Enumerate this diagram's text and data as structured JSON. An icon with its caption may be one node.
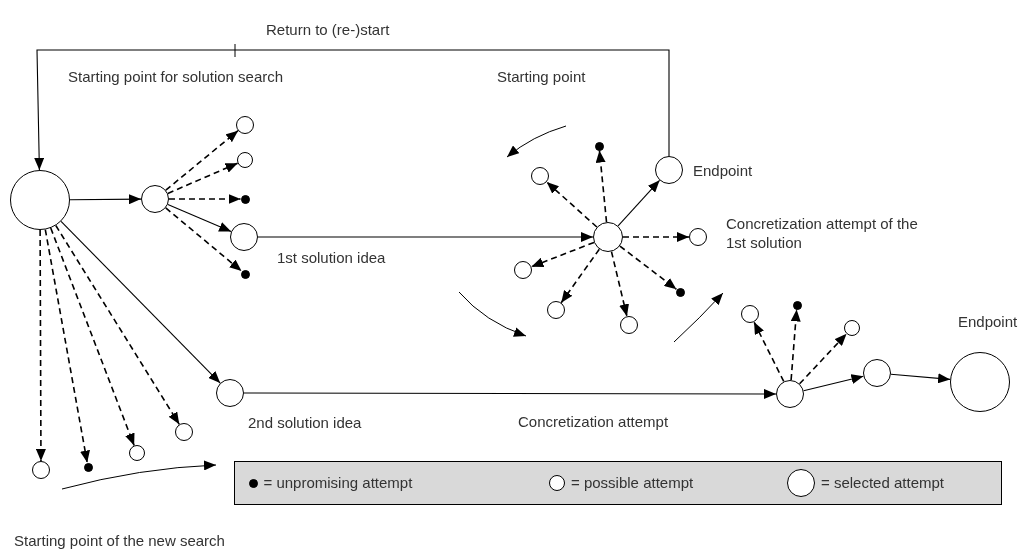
{
  "diagram": {
    "nodes": [
      {
        "text": [],
        "shape": "circle"
      },
      {
        "text": [],
        "shape": "circle"
      },
      {
        "text": [],
        "shape": "circle"
      },
      {
        "text": [],
        "shape": "circle"
      },
      {
        "text": [],
        "shape": "dot"
      },
      {
        "text": [],
        "shape": "circle",
        "beside": [
          "1st solution idea"
        ]
      },
      {
        "text": [],
        "shape": "dot"
      },
      {
        "text": [],
        "shape": "circle",
        "beside": [
          "2nd solution idea"
        ]
      },
      {
        "text": [],
        "shape": "circle"
      },
      {
        "text": [],
        "shape": "dot"
      },
      {
        "text": [],
        "shape": "circle"
      },
      {
        "text": [],
        "shape": "circle"
      },
      {
        "text": [],
        "shape": "circle"
      },
      {
        "text": [],
        "shape": "dot"
      },
      {
        "text": [],
        "shape": "circle"
      },
      {
        "text": [],
        "shape": "circle",
        "beside": [
          "Endpoint"
        ]
      },
      {
        "text": [],
        "shape": "circle"
      },
      {
        "text": [],
        "shape": "circle"
      },
      {
        "text": [],
        "shape": "circle"
      },
      {
        "text": [],
        "shape": "circle"
      },
      {
        "text": [],
        "shape": "dot"
      },
      {
        "text": [],
        "shape": "circle"
      },
      {
        "text": [],
        "shape": "circle"
      },
      {
        "text": [],
        "shape": "dot"
      },
      {
        "text": [],
        "shape": "circle"
      },
      {
        "text": [],
        "shape": "circle"
      },
      {
        "text": [],
        "shape": "circle",
        "beside": [
          "Endpoint"
        ]
      }
    ],
    "edges": [
      {
        "from": 0,
        "to": 1,
        "arrow": "to"
      },
      {
        "from": 1,
        "to": 2,
        "arrow": "to",
        "style": "dashed"
      },
      {
        "from": 1,
        "to": 3,
        "arrow": "to",
        "style": "dashed"
      },
      {
        "from": 1,
        "to": 4,
        "arrow": "to",
        "style": "dashed"
      },
      {
        "from": 1,
        "to": 5,
        "arrow": "to"
      },
      {
        "from": 1,
        "to": 6,
        "arrow": "to",
        "style": "dashed"
      },
      {
        "from": 0,
        "to": 7,
        "arrow": "to"
      },
      {
        "from": 0,
        "to": 8,
        "arrow": "to",
        "style": "dashed"
      },
      {
        "from": 0,
        "to": 9,
        "arrow": "to",
        "style": "dashed"
      },
      {
        "from": 0,
        "to": 10,
        "arrow": "to",
        "style": "dashed"
      },
      {
        "from": 0,
        "to": 11,
        "arrow": "to",
        "style": "dashed"
      },
      {
        "from": 5,
        "to": 12,
        "arrow": "to"
      },
      {
        "from": 12,
        "to": 13,
        "arrow": "to",
        "style": "dashed"
      },
      {
        "from": 12,
        "to": 14,
        "arrow": "to",
        "style": "dashed"
      },
      {
        "from": 12,
        "to": 15,
        "arrow": "to"
      },
      {
        "from": 12,
        "to": 16,
        "arrow": "to",
        "style": "dashed"
      },
      {
        "from": 12,
        "to": 17,
        "arrow": "to",
        "style": "dashed"
      },
      {
        "from": 12,
        "to": 18,
        "arrow": "to",
        "style": "dashed"
      },
      {
        "from": 12,
        "to": 19,
        "arrow": "to",
        "style": "dashed"
      },
      {
        "from": 12,
        "to": 20,
        "arrow": "to",
        "style": "dashed"
      },
      {
        "from": 15,
        "to": 0,
        "arrow": "to",
        "label": "Return to (re-)start"
      },
      {
        "from": 7,
        "to": 21,
        "arrow": "to"
      },
      {
        "from": 21,
        "to": 22,
        "arrow": "to",
        "style": "dashed"
      },
      {
        "from": 21,
        "to": 23,
        "arrow": "to",
        "style": "dashed"
      },
      {
        "from": 21,
        "to": 24,
        "arrow": "to",
        "style": "dashed"
      },
      {
        "from": 21,
        "to": 25,
        "arrow": "to"
      },
      {
        "from": 25,
        "to": 26,
        "arrow": "to"
      }
    ],
    "labels": [
      "Starting point for solution search",
      "Starting point",
      "Concretization attempt of the 1st solution",
      "Concretization attempt",
      "Starting point of the new search"
    ],
    "legend": [
      {
        "text": "= unpromising attempt"
      },
      {
        "text": "= possible attempt"
      },
      {
        "text": "= selected attempt"
      }
    ]
  }
}
